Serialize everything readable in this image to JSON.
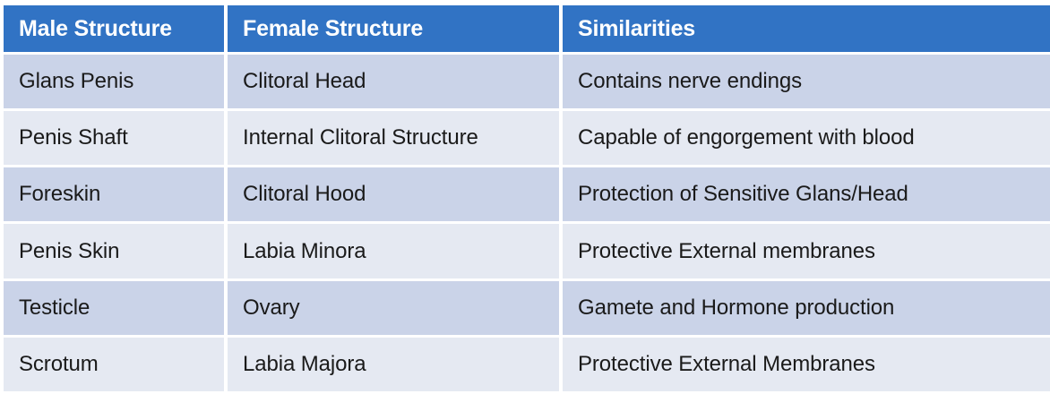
{
  "table": {
    "name": "male-female-anatomy-comparison",
    "colors": {
      "header_background": "#3173C4",
      "header_text": "#FFFFFF",
      "row_dark": "#CAD3E8",
      "row_light": "#E5E9F2",
      "body_text": "#1A1A1A",
      "divider": "#FFFFFF"
    },
    "columns": [
      {
        "label": "Male Structure"
      },
      {
        "label": "Female Structure"
      },
      {
        "label": "Similarities"
      }
    ],
    "rows": [
      {
        "male_structure": "Glans Penis",
        "female_structure": "Clitoral Head",
        "similarities": "Contains nerve endings"
      },
      {
        "male_structure": "Penis Shaft",
        "female_structure": "Internal Clitoral Structure",
        "similarities": "Capable of engorgement with blood"
      },
      {
        "male_structure": "Foreskin",
        "female_structure": "Clitoral Hood",
        "similarities": "Protection of Sensitive Glans/Head"
      },
      {
        "male_structure": "Penis Skin",
        "female_structure": "Labia Minora",
        "similarities": "Protective External membranes"
      },
      {
        "male_structure": "Testicle",
        "female_structure": "Ovary",
        "similarities": "Gamete and Hormone production"
      },
      {
        "male_structure": "Scrotum",
        "female_structure": "Labia Majora",
        "similarities": "Protective External Membranes"
      }
    ]
  }
}
